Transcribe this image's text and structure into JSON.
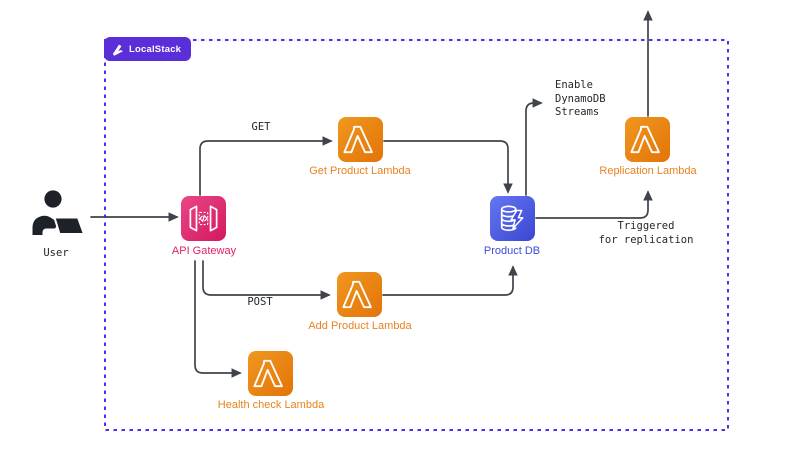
{
  "badge": {
    "label": "LocalStack"
  },
  "user": {
    "label": "User"
  },
  "nodes": {
    "api_gateway": {
      "label": "API Gateway"
    },
    "get_product_lambda": {
      "label": "Get Product Lambda"
    },
    "add_product_lambda": {
      "label": "Add Product Lambda"
    },
    "health_check_lambda": {
      "label": "Health check Lambda"
    },
    "product_db": {
      "label": "Product DB"
    },
    "replication_lambda": {
      "label": "Replication Lambda"
    }
  },
  "edges": {
    "get_label": "GET",
    "post_label": "POST",
    "enable_streams_lines": [
      "Enable",
      "DynamoDB",
      "Streams"
    ],
    "triggered_lines": [
      "Triggered",
      "for replication"
    ]
  },
  "colors": {
    "localstack_purple": "#5A2ED9",
    "border_dash_blue": "#4435F0",
    "lambda_orange": "#E8831E",
    "api_gateway_pink": "#E02069",
    "dynamodb_blue": "#3D4CDB",
    "connector_gray": "#3F444B",
    "user_black": "#1E2127"
  }
}
